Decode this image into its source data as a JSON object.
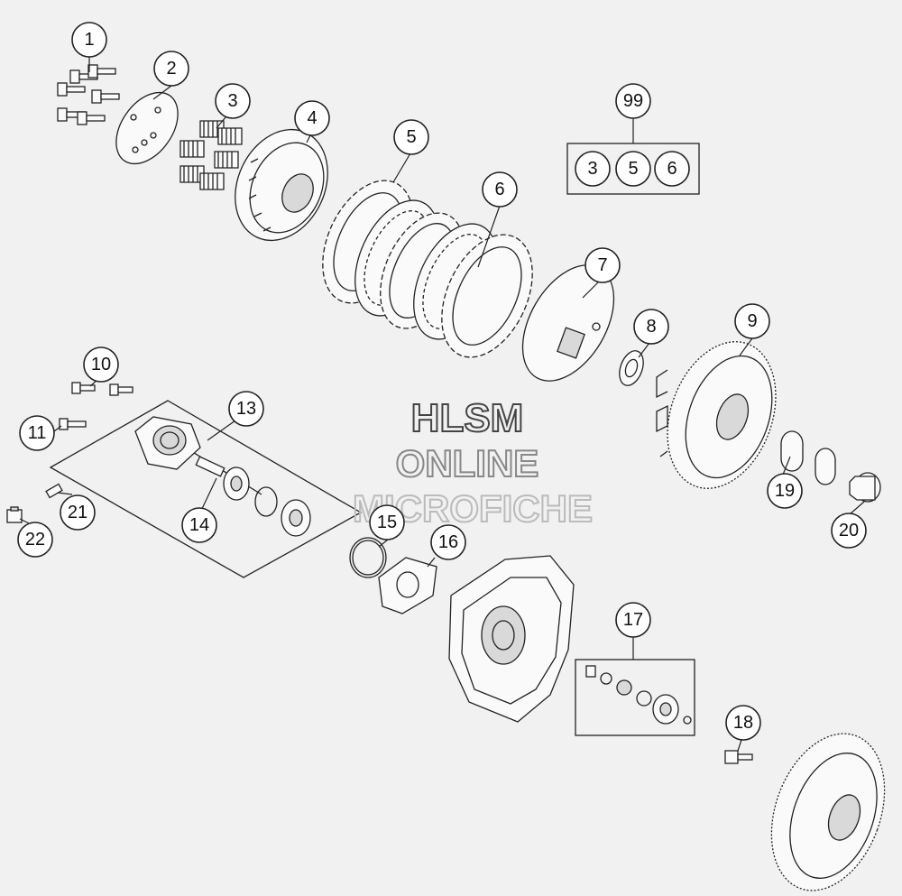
{
  "callouts": {
    "c1": "1",
    "c2": "2",
    "c3": "3",
    "c4": "4",
    "c5": "5",
    "c6": "6",
    "c7": "7",
    "c8": "8",
    "c9": "9",
    "c10": "10",
    "c11": "11",
    "c12": "13",
    "c14": "14",
    "c15": "15",
    "c16": "16",
    "c17": "17",
    "c18": "18",
    "c19": "19",
    "c20": "20",
    "c21": "21",
    "c22": "22",
    "c99": "99"
  },
  "kit_99": {
    "items": [
      "3",
      "5",
      "6"
    ]
  },
  "watermark": {
    "line1": "HLSM",
    "line2": "ONLINE",
    "line3": "MICROFICHE",
    "color1": "#444444",
    "color2": "#888888",
    "color3": "#bbbbbb"
  },
  "colors": {
    "background": "#f1f1f1",
    "line": "#222222"
  }
}
